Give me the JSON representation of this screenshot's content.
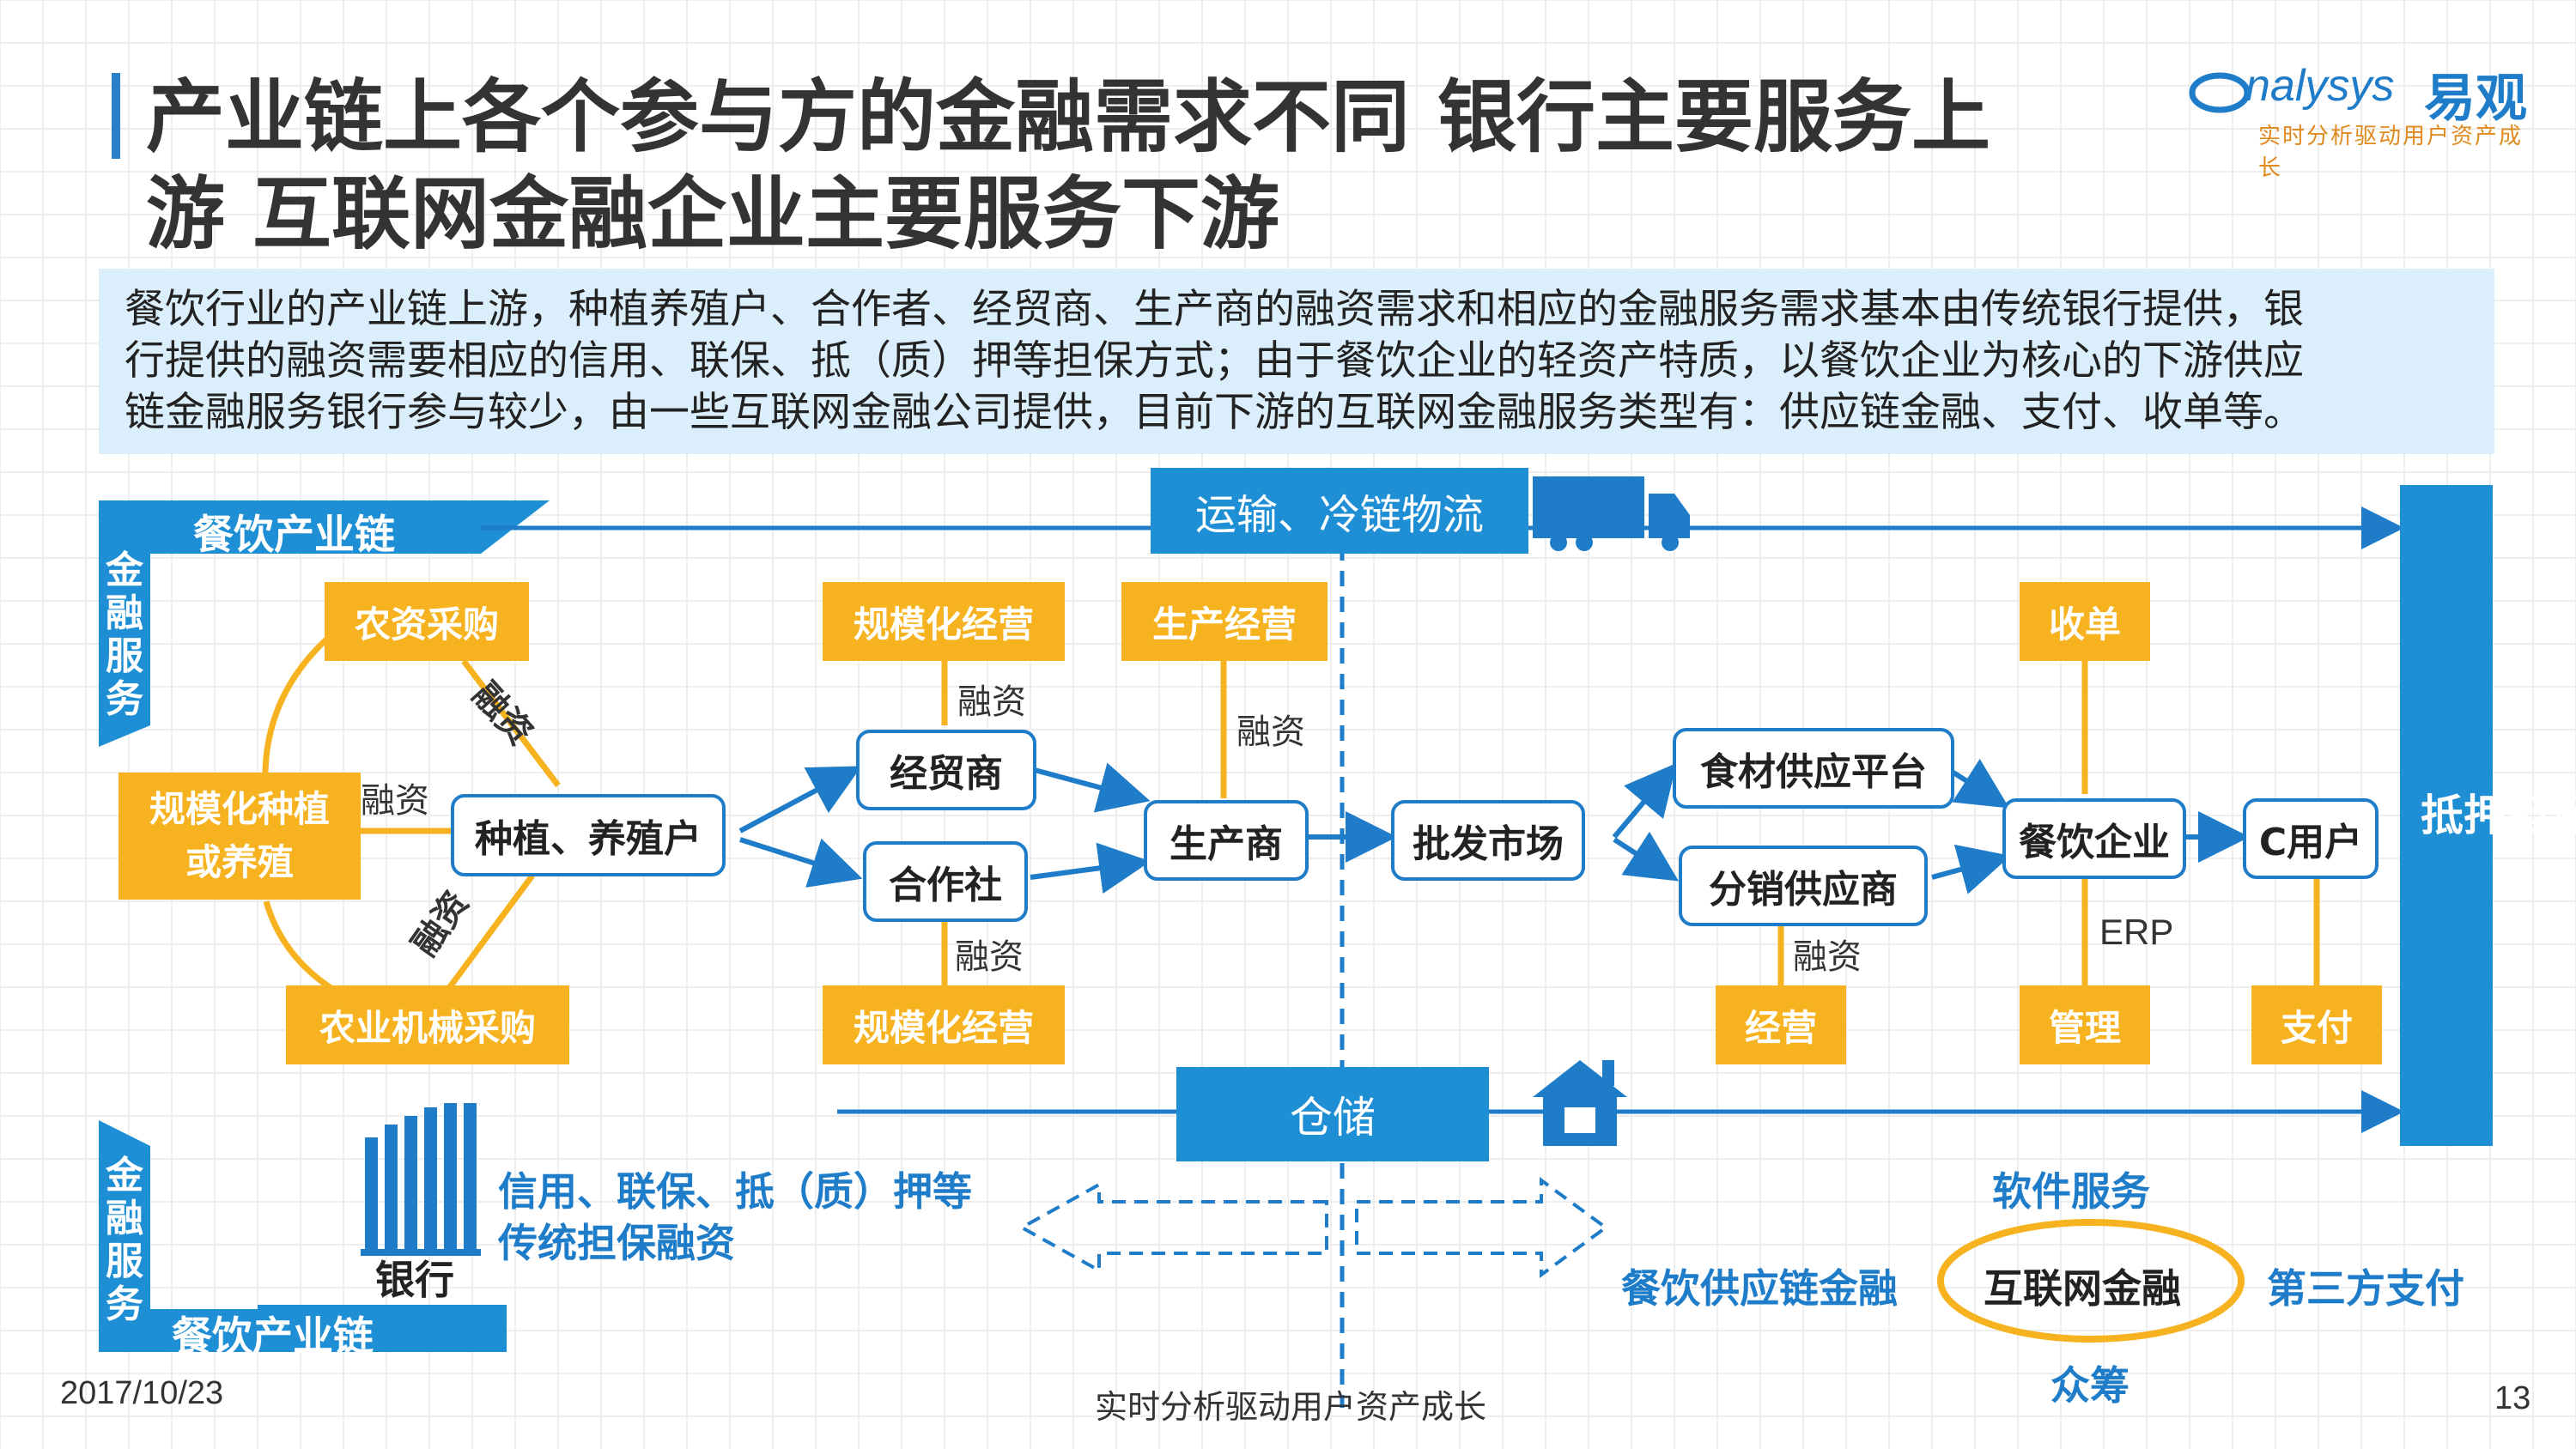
{
  "title": {
    "line1": "产业链上各个参与方的金融需求不同  银行主要服务上",
    "line2": "游  互联网金融企业主要服务下游"
  },
  "logo": {
    "brand_en": "nalysys",
    "brand_cn": "易观",
    "slogan": "实时分析驱动用户资产成长"
  },
  "summary": {
    "line1": "餐饮行业的产业链上游，种植养殖户、合作者、经贸商、生产商的融资需求和相应的金融服务需求基本由传统银行提供，银",
    "line2": "行提供的融资需要相应的信用、联保、抵（质）押等担保方式；由于餐饮企业的轻资产特质，以餐饮企业为核心的下游供应",
    "line3": "链金融服务银行参与较少，由一些互联网金融公司提供，目前下游的互联网金融服务类型有：供应链金融、支付、收单等。"
  },
  "diagram": {
    "top_chain_label": "餐饮产业链",
    "left_vertical_top": "金融服务",
    "transport": "运输、冷链物流",
    "right_vertical": "抵押担保",
    "storage": "仓储",
    "nodes": {
      "agri_purchase": "农资采购",
      "scale_planting": "规模化种植或养殖",
      "grower": "种植、养殖户",
      "machinery": "农业机械采购",
      "scale_ops_top": "规模化经营",
      "trader": "经贸商",
      "coop": "合作社",
      "scale_ops_bottom": "规模化经营",
      "production_ops": "生产经营",
      "producer": "生产商",
      "wholesale": "批发市场",
      "food_platform": "食材供应平台",
      "distributor": "分销供应商",
      "operations": "经营",
      "restaurant": "餐饮企业",
      "collection": "收单",
      "management": "管理",
      "c_user": "C用户",
      "payment": "支付"
    },
    "edge_labels": {
      "fin1": "融资",
      "fin2": "融资",
      "fin3": "融资",
      "fin4": "融资",
      "fin5": "融资",
      "fin6": "融资",
      "fin7": "融资",
      "erp": "ERP"
    },
    "bottom": {
      "left_vertical": "金融服务",
      "chain_label": "餐饮产业链",
      "bank": "银行",
      "credit_line1": "信用、联保、抵（质）押等",
      "credit_line2": "传统担保融资",
      "software": "软件服务",
      "scf": "餐饮供应链金融",
      "internet_finance": "互联网金融",
      "third_party_pay": "第三方支付",
      "crowdfunding": "众筹"
    }
  },
  "footer": {
    "date": "2017/10/23",
    "slogan": "实时分析驱动用户资产成长",
    "page": "13"
  },
  "colors": {
    "blue": "#1e7cc9",
    "yellow": "#f7b21f",
    "light_blue_bg": "#dbeefb"
  }
}
